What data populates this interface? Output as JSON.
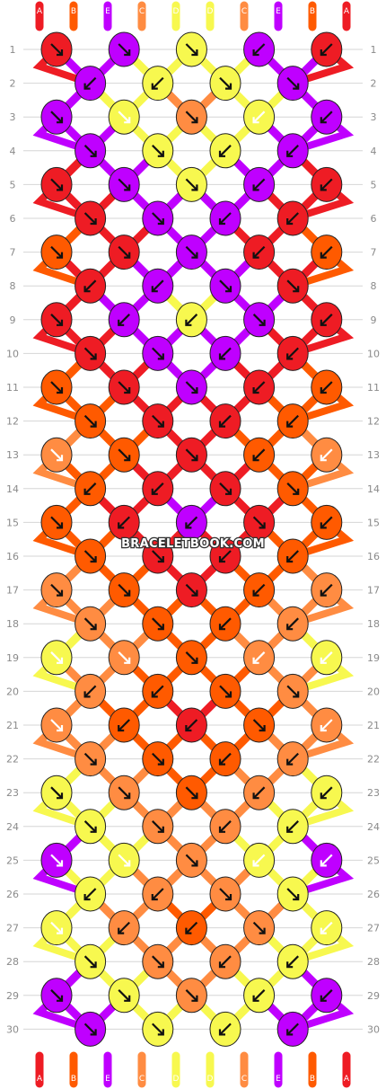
{
  "watermark": "BRACELETBOOK.COM",
  "colors": {
    "A": "#ee1c24",
    "B": "#ff5a00",
    "E": "#bf00ff",
    "C": "#ff8c42",
    "D": "#f7f84f"
  },
  "strand_labels": [
    "A",
    "B",
    "E",
    "C",
    "D",
    "D",
    "C",
    "E",
    "B",
    "A"
  ],
  "row_numbers": [
    "1",
    "2",
    "3",
    "4",
    "5",
    "6",
    "7",
    "8",
    "9",
    "10",
    "11",
    "12",
    "13",
    "14",
    "15",
    "16",
    "17",
    "18",
    "19",
    "20",
    "21",
    "22",
    "23",
    "24",
    "25",
    "26",
    "27",
    "28",
    "29",
    "30"
  ],
  "knot_rows": [
    [
      {
        "c": "A",
        "d": "r"
      },
      {
        "c": "E",
        "d": "r"
      },
      {
        "c": "D",
        "d": "r"
      },
      {
        "c": "E",
        "d": "l"
      },
      {
        "c": "A",
        "d": "l"
      }
    ],
    [
      {
        "c": "E",
        "d": "l"
      },
      {
        "c": "D",
        "d": "l"
      },
      {
        "c": "D",
        "d": "r"
      },
      {
        "c": "E",
        "d": "r"
      }
    ],
    [
      {
        "c": "E",
        "d": "r"
      },
      {
        "c": "D",
        "d": "rl"
      },
      {
        "c": "C",
        "d": "r"
      },
      {
        "c": "D",
        "d": "lr"
      },
      {
        "c": "E",
        "d": "l"
      }
    ],
    [
      {
        "c": "E",
        "d": "r"
      },
      {
        "c": "D",
        "d": "r"
      },
      {
        "c": "D",
        "d": "l"
      },
      {
        "c": "E",
        "d": "l"
      }
    ],
    [
      {
        "c": "A",
        "d": "r"
      },
      {
        "c": "E",
        "d": "r"
      },
      {
        "c": "D",
        "d": "r"
      },
      {
        "c": "E",
        "d": "l"
      },
      {
        "c": "A",
        "d": "l"
      }
    ],
    [
      {
        "c": "A",
        "d": "r"
      },
      {
        "c": "E",
        "d": "r"
      },
      {
        "c": "E",
        "d": "l"
      },
      {
        "c": "A",
        "d": "l"
      }
    ],
    [
      {
        "c": "B",
        "d": "r"
      },
      {
        "c": "A",
        "d": "r"
      },
      {
        "c": "E",
        "d": "r"
      },
      {
        "c": "A",
        "d": "l"
      },
      {
        "c": "B",
        "d": "l"
      }
    ],
    [
      {
        "c": "A",
        "d": "l"
      },
      {
        "c": "E",
        "d": "l"
      },
      {
        "c": "E",
        "d": "r"
      },
      {
        "c": "A",
        "d": "r"
      }
    ],
    [
      {
        "c": "A",
        "d": "r"
      },
      {
        "c": "E",
        "d": "l"
      },
      {
        "c": "D",
        "d": "l"
      },
      {
        "c": "E",
        "d": "r"
      },
      {
        "c": "A",
        "d": "l"
      }
    ],
    [
      {
        "c": "A",
        "d": "r"
      },
      {
        "c": "E",
        "d": "r"
      },
      {
        "c": "E",
        "d": "l"
      },
      {
        "c": "A",
        "d": "l"
      }
    ],
    [
      {
        "c": "B",
        "d": "r"
      },
      {
        "c": "A",
        "d": "r"
      },
      {
        "c": "E",
        "d": "r"
      },
      {
        "c": "A",
        "d": "l"
      },
      {
        "c": "B",
        "d": "l"
      }
    ],
    [
      {
        "c": "B",
        "d": "r"
      },
      {
        "c": "A",
        "d": "r"
      },
      {
        "c": "A",
        "d": "l"
      },
      {
        "c": "B",
        "d": "l"
      }
    ],
    [
      {
        "c": "C",
        "d": "rl"
      },
      {
        "c": "B",
        "d": "r"
      },
      {
        "c": "A",
        "d": "r"
      },
      {
        "c": "B",
        "d": "l"
      },
      {
        "c": "C",
        "d": "lr"
      }
    ],
    [
      {
        "c": "B",
        "d": "l"
      },
      {
        "c": "A",
        "d": "l"
      },
      {
        "c": "A",
        "d": "r"
      },
      {
        "c": "B",
        "d": "r"
      }
    ],
    [
      {
        "c": "B",
        "d": "r"
      },
      {
        "c": "A",
        "d": "l"
      },
      {
        "c": "E",
        "d": "l"
      },
      {
        "c": "A",
        "d": "r"
      },
      {
        "c": "B",
        "d": "l"
      }
    ],
    [
      {
        "c": "B",
        "d": "r"
      },
      {
        "c": "A",
        "d": "r"
      },
      {
        "c": "A",
        "d": "l"
      },
      {
        "c": "B",
        "d": "l"
      }
    ],
    [
      {
        "c": "C",
        "d": "r"
      },
      {
        "c": "B",
        "d": "r"
      },
      {
        "c": "A",
        "d": "r"
      },
      {
        "c": "B",
        "d": "l"
      },
      {
        "c": "C",
        "d": "l"
      }
    ],
    [
      {
        "c": "C",
        "d": "r"
      },
      {
        "c": "B",
        "d": "r"
      },
      {
        "c": "B",
        "d": "l"
      },
      {
        "c": "C",
        "d": "l"
      }
    ],
    [
      {
        "c": "D",
        "d": "rl"
      },
      {
        "c": "C",
        "d": "rl"
      },
      {
        "c": "B",
        "d": "r"
      },
      {
        "c": "C",
        "d": "lr"
      },
      {
        "c": "D",
        "d": "lr"
      }
    ],
    [
      {
        "c": "C",
        "d": "l"
      },
      {
        "c": "B",
        "d": "l"
      },
      {
        "c": "B",
        "d": "r"
      },
      {
        "c": "C",
        "d": "r"
      }
    ],
    [
      {
        "c": "C",
        "d": "rl"
      },
      {
        "c": "B",
        "d": "l"
      },
      {
        "c": "A",
        "d": "l"
      },
      {
        "c": "B",
        "d": "r"
      },
      {
        "c": "C",
        "d": "lr"
      }
    ],
    [
      {
        "c": "C",
        "d": "r"
      },
      {
        "c": "B",
        "d": "r"
      },
      {
        "c": "B",
        "d": "l"
      },
      {
        "c": "C",
        "d": "l"
      }
    ],
    [
      {
        "c": "D",
        "d": "r"
      },
      {
        "c": "C",
        "d": "r"
      },
      {
        "c": "B",
        "d": "r"
      },
      {
        "c": "C",
        "d": "l"
      },
      {
        "c": "D",
        "d": "l"
      }
    ],
    [
      {
        "c": "D",
        "d": "r"
      },
      {
        "c": "C",
        "d": "r"
      },
      {
        "c": "C",
        "d": "l"
      },
      {
        "c": "D",
        "d": "l"
      }
    ],
    [
      {
        "c": "E",
        "d": "rl"
      },
      {
        "c": "D",
        "d": "rl"
      },
      {
        "c": "C",
        "d": "r"
      },
      {
        "c": "D",
        "d": "lr"
      },
      {
        "c": "E",
        "d": "lr"
      }
    ],
    [
      {
        "c": "D",
        "d": "l"
      },
      {
        "c": "C",
        "d": "l"
      },
      {
        "c": "C",
        "d": "r"
      },
      {
        "c": "D",
        "d": "r"
      }
    ],
    [
      {
        "c": "D",
        "d": "rl"
      },
      {
        "c": "C",
        "d": "l"
      },
      {
        "c": "B",
        "d": "l"
      },
      {
        "c": "C",
        "d": "r"
      },
      {
        "c": "D",
        "d": "lr"
      }
    ],
    [
      {
        "c": "D",
        "d": "r"
      },
      {
        "c": "C",
        "d": "r"
      },
      {
        "c": "C",
        "d": "l"
      },
      {
        "c": "D",
        "d": "l"
      }
    ],
    [
      {
        "c": "E",
        "d": "r"
      },
      {
        "c": "D",
        "d": "r"
      },
      {
        "c": "C",
        "d": "r"
      },
      {
        "c": "D",
        "d": "l"
      },
      {
        "c": "E",
        "d": "l"
      }
    ],
    [
      {
        "c": "E",
        "d": "r"
      },
      {
        "c": "D",
        "d": "r"
      },
      {
        "c": "D",
        "d": "l"
      },
      {
        "c": "E",
        "d": "l"
      }
    ]
  ]
}
